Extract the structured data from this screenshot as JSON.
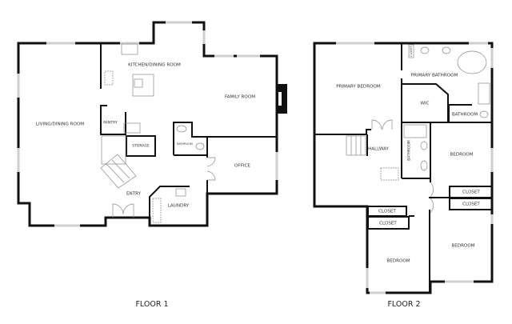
{
  "floor1": {
    "title": "FLOOR 1",
    "rooms": {
      "kitchen": "KITCHEN/DINING ROOM",
      "family": "FAMILY ROOM",
      "living": "LIVING/DINING ROOM",
      "pantry": "PANTRY",
      "storage": "STORAGE",
      "bathroom": "BATHROOM",
      "office": "OFFICE",
      "entry": "ENTRY",
      "laundry": "LAUNDRY"
    }
  },
  "floor2": {
    "title": "FLOOR 2",
    "rooms": {
      "primary_bedroom": "PRIMARY BEDROOM",
      "primary_bathroom": "PRIMARY BATHROOM",
      "primary_closet": "CLOSET",
      "wic": "WIC",
      "bathroom_small": "BATHROOM",
      "hallway": "HALLWAY",
      "hall_bathroom": "BATHROOM",
      "bedroom_1": "BEDROOM",
      "closet_1": "CLOSET",
      "closet_2": "CLOSET",
      "closet_3": "CLOSET",
      "closet_4": "CLOSET",
      "bedroom_2": "BEDROOM",
      "bedroom_3": "BEDROOM"
    }
  },
  "colors": {
    "wall": "#111111",
    "window": "#cfcfcf",
    "background": "#ffffff"
  }
}
